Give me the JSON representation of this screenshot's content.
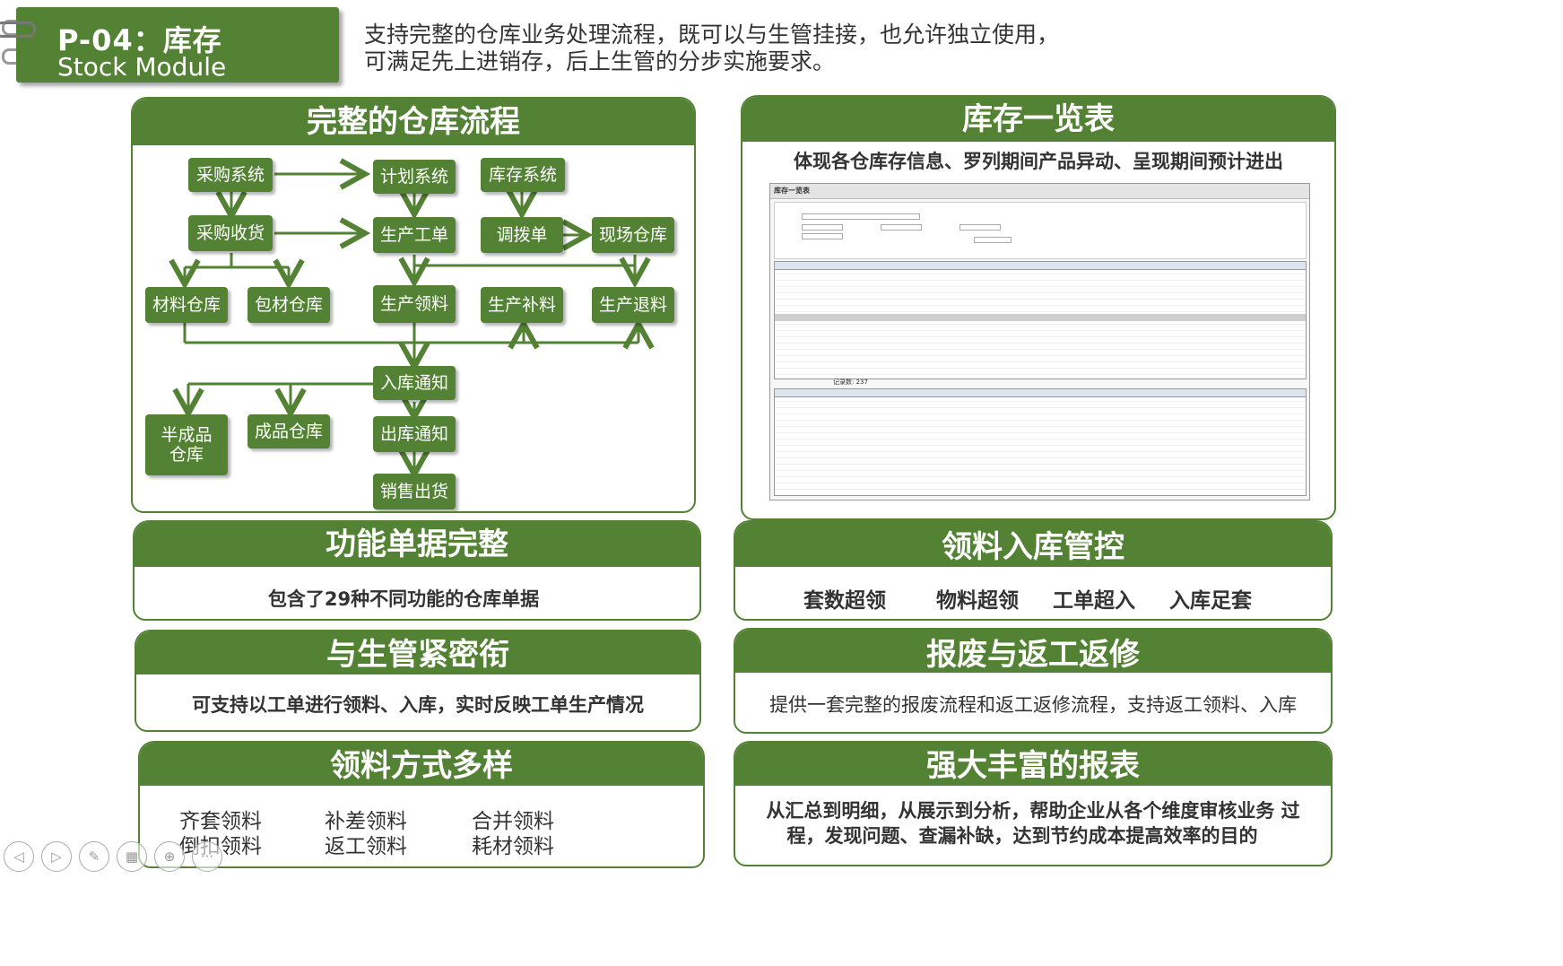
{
  "header": {
    "code": "P-04：库存",
    "subtitle": "Stock Module",
    "intro_line1": "支持完整的仓库业务处理流程，既可以与生管挂接，也允许独立使用，",
    "intro_line2": "可满足先上进销存，后上生管的分步实施要求。"
  },
  "flow_panel": {
    "title": "完整的仓库流程",
    "nodes": {
      "purchase_system": "采购系统",
      "plan_system": "计划系统",
      "inventory_system": "库存系统",
      "purchase_receipt": "采购收货",
      "production_order": "生产工单",
      "transfer_order": "调拨单",
      "site_warehouse": "现场仓库",
      "material_warehouse": "材料仓库",
      "packaging_warehouse": "包材仓库",
      "production_issue": "生产领料",
      "production_supplement": "生产补料",
      "production_return": "生产退料",
      "receipt_notice": "入库通知",
      "semi_finished_line1": "半成品",
      "semi_finished_line2": "仓库",
      "finished_warehouse": "成品仓库",
      "outbound_notice": "出库通知",
      "sales_shipment": "销售出货"
    }
  },
  "stock_panel": {
    "title": "库存一览表",
    "subtitle": "体现各仓库存信息、罗列期间产品异动、呈现期间预计进出",
    "screenshot_title": "库存一览表",
    "screenshot_totals": "记录数: 237"
  },
  "func_panel": {
    "title": "功能单据完整",
    "text": "包含了29种不同功能的仓库单据"
  },
  "control_panel": {
    "title": "领料入库管控",
    "items": [
      "套数超领",
      "物料超领",
      "工单超入",
      "入库足套"
    ]
  },
  "mgmt_panel": {
    "title": "与生管紧密衔",
    "text": "可支持以工单进行领料、入库，实时反映工单生产情况"
  },
  "scrap_panel": {
    "title": "报废与返工返修",
    "text": "提供一套完整的报废流程和返工返修流程，支持返工领料、入库"
  },
  "issue_panel": {
    "title": "领料方式多样",
    "items": [
      "齐套领料",
      "补差领料",
      "合并领料",
      "倒扣领料",
      "返工领料",
      "耗材领料"
    ]
  },
  "report_panel": {
    "title": "强大丰富的报表",
    "line1": "从汇总到明细，从展示到分析，帮助企业从各个维度审核业务 过",
    "line2": "程，发现问题、查漏补缺，达到节约成本提高效率的目的"
  },
  "nav_icons": [
    "prev-icon",
    "next-icon",
    "pen-icon",
    "grid-icon",
    "zoom-icon",
    "more-icon"
  ],
  "colors": {
    "brand_green": "#548235",
    "text": "#333333"
  }
}
